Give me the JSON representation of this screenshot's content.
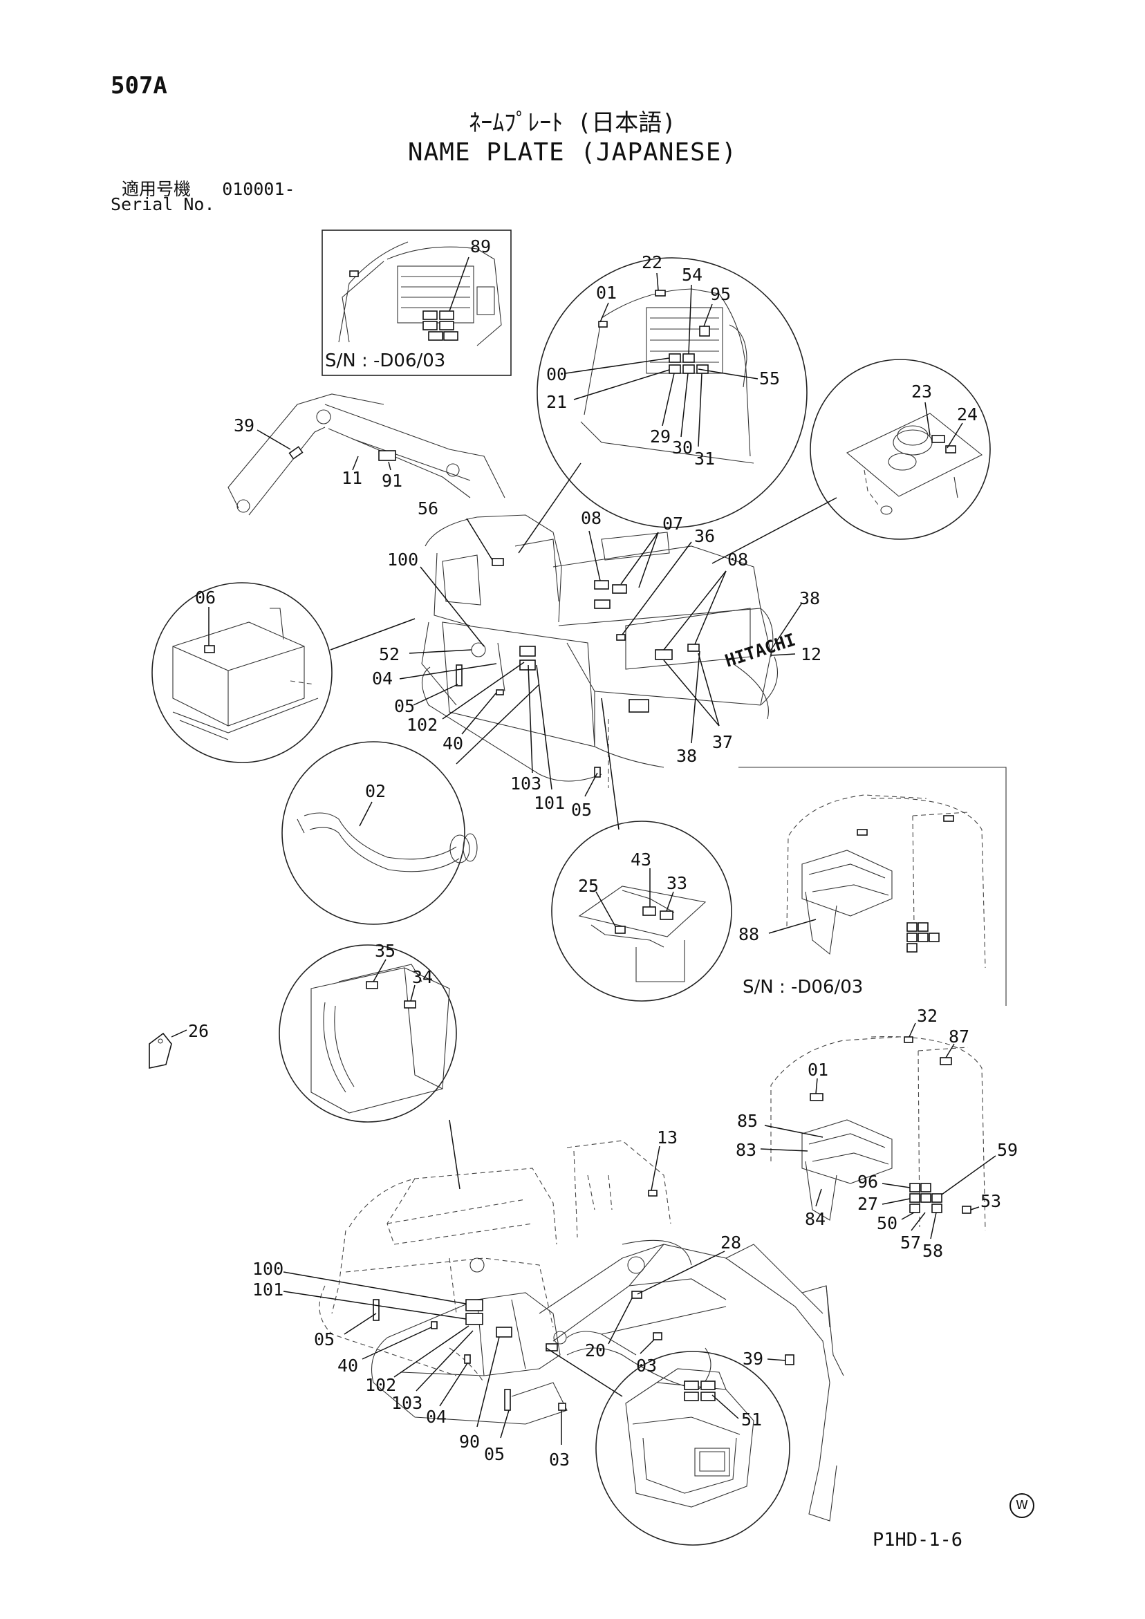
{
  "page": {
    "code": "507A",
    "title_jp": "ﾈｰﾑﾌﾟﾚｰﾄ (日本語)",
    "title_en": "NAME PLATE (JAPANESE)",
    "serial_label_jp": "適用号機",
    "serial_value": "010001-",
    "serial_label_en": "Serial No.",
    "page_number": "P1HD-1-6",
    "watermark": "W"
  },
  "notes": {
    "sn_top": "S/N : -D06/03",
    "sn_right": "S/N : -D06/03"
  },
  "brand": {
    "marking": "HITACHI"
  },
  "callouts": {
    "c89": "89",
    "c22": "22",
    "c01a": "01",
    "c54": "54",
    "c95": "95",
    "c00": "00",
    "c55": "55",
    "c21": "21",
    "c29": "29",
    "c30": "30",
    "c31": "31",
    "c23": "23",
    "c24": "24",
    "c39a": "39",
    "c11": "11",
    "c91": "91",
    "c56": "56",
    "c08a": "08",
    "c07": "07",
    "c36": "36",
    "c08b": "08",
    "c38a": "38",
    "c12": "12",
    "c100a": "100",
    "c06": "06",
    "c52": "52",
    "c04a": "04",
    "c05a": "05",
    "c102a": "102",
    "c40a": "40",
    "c38b": "38",
    "c37": "37",
    "c103a": "103",
    "c101a": "101",
    "c05b": "05",
    "c02": "02",
    "c43": "43",
    "c25": "25",
    "c33": "33",
    "c88": "88",
    "c35": "35",
    "c34": "34",
    "c26": "26",
    "c32": "32",
    "c87": "87",
    "c01b": "01",
    "c85": "85",
    "c83": "83",
    "c59": "59",
    "c96": "96",
    "c27": "27",
    "c50": "50",
    "c53": "53",
    "c84": "84",
    "c57": "57",
    "c58": "58",
    "c13": "13",
    "c28": "28",
    "c100b": "100",
    "c101b": "101",
    "c05c": "05",
    "c40b": "40",
    "c102b": "102",
    "c103b": "103",
    "c04b": "04",
    "c20": "20",
    "c03a": "03",
    "c39b": "39",
    "c90": "90",
    "c05d": "05",
    "c03b": "03",
    "c51": "51"
  }
}
